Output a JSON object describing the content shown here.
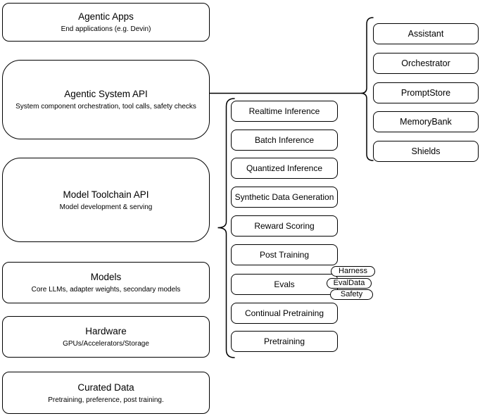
{
  "diagram": {
    "colors": {
      "stroke": "#000000",
      "node_fill": "#ffffff",
      "text": "#000000",
      "background": "#ffffff"
    },
    "left_stack": [
      {
        "title": "Agentic Apps",
        "subtitle": "End applications (e.g. Devin)"
      },
      {
        "title": "Agentic System API",
        "subtitle": "System component orchestration, tool calls, safety checks"
      },
      {
        "title": "Model Toolchain API",
        "subtitle": "Model development & serving"
      },
      {
        "title": "Models",
        "subtitle": "Core LLMs, adapter weights, secondary models"
      },
      {
        "title": "Hardware",
        "subtitle": "GPUs/Accelerators/Storage"
      },
      {
        "title": "Curated Data",
        "subtitle": "Pretraining, preference, post training."
      }
    ],
    "toolchain_items": [
      "Realtime Inference",
      "Batch Inference",
      "Quantized Inference",
      "Synthetic Data Generation",
      "Reward Scoring",
      "Post Training",
      "Evals",
      "Continual Pretraining",
      "Pretraining"
    ],
    "eval_pills": [
      "Harness",
      "EvalData",
      "Safety"
    ],
    "system_items": [
      "Assistant",
      "Orchestrator",
      "PromptStore",
      "MemoryBank",
      "Shields"
    ]
  }
}
